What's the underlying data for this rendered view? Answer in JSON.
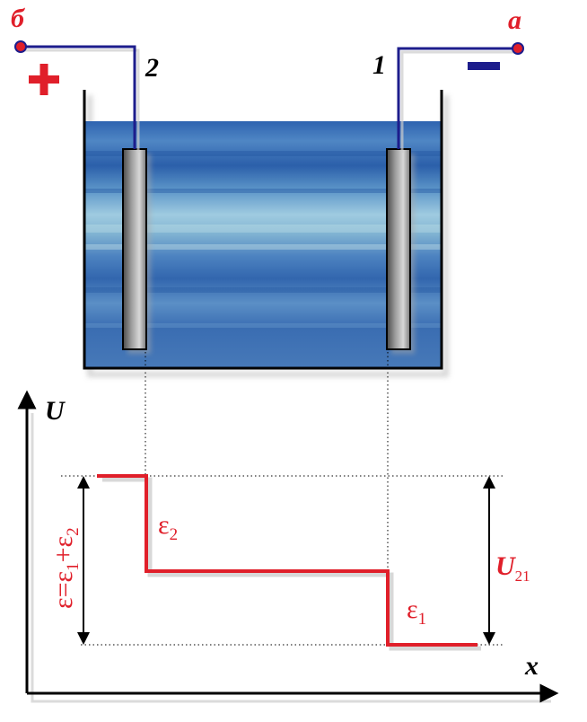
{
  "terminals": {
    "left_letter": "б",
    "right_letter": "a",
    "left_sign": "+",
    "right_sign": "−"
  },
  "electrodes": {
    "left_number": "2",
    "right_number": "1"
  },
  "graph": {
    "y_axis_label": "U",
    "x_axis_label": "x",
    "emf_total_label": "ε=ε1+ε2",
    "emf_total": {
      "base": "ε=ε",
      "sub1": "1",
      "mid": "+ε",
      "sub2": "2"
    },
    "step_label_2": {
      "base": "ε",
      "sub": "2"
    },
    "step_label_1": {
      "base": "ε",
      "sub": "1"
    },
    "voltage_label": {
      "base": "U",
      "sub": "21"
    }
  },
  "colors": {
    "wire": "#1d1d8c",
    "terminal": "#e01f2a",
    "sign": "#e01f2a",
    "step_line": "#e01f2a",
    "axis": "#000000",
    "electrolyte": "#3a73b8"
  }
}
